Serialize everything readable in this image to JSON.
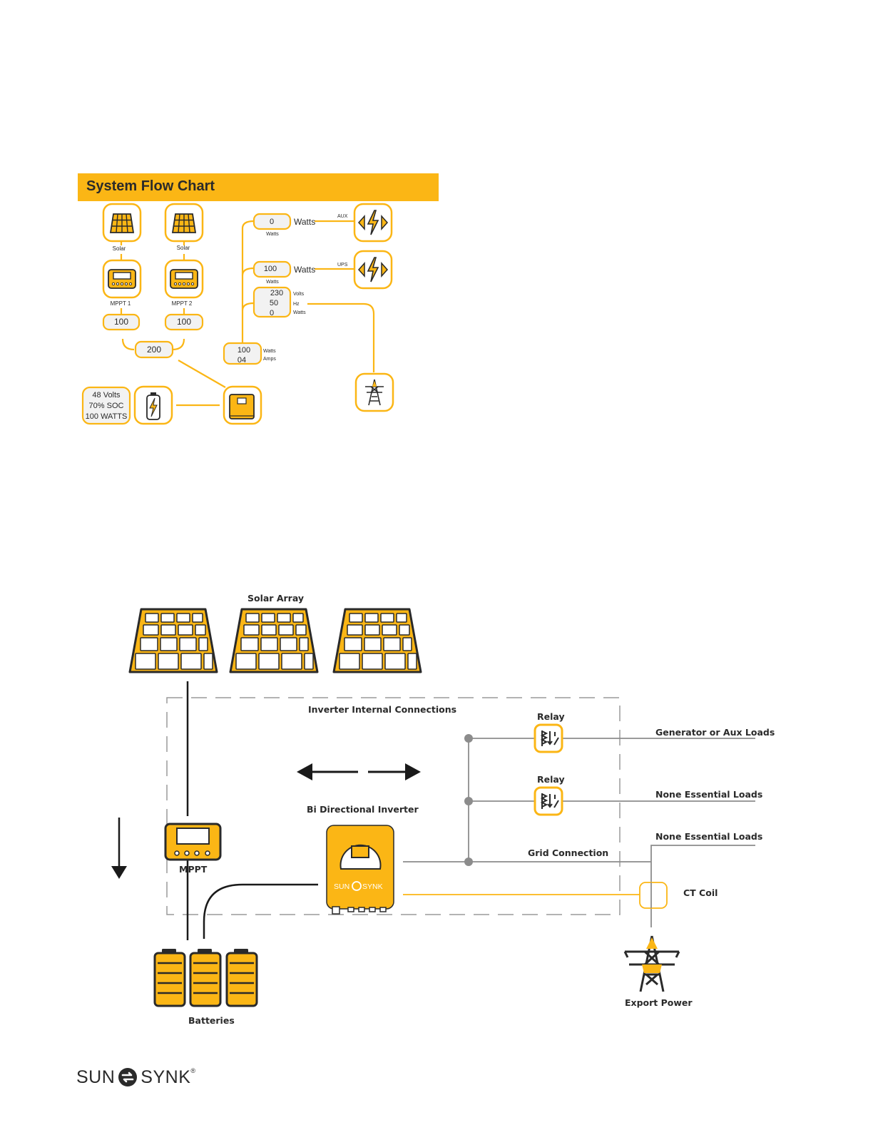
{
  "flow_chart": {
    "title": "System Flow Chart",
    "solar_labels": [
      "Solar",
      "Solar"
    ],
    "mppt_labels": [
      "MPPT 1",
      "MPPT 2"
    ],
    "mppt_values": [
      "100",
      "100"
    ],
    "pv_total": "200",
    "battery": {
      "volts": "48 Volts",
      "soc": "70% SOC",
      "watts": "100 WATTS"
    },
    "aux": {
      "value": "0",
      "unit_big": "Watts",
      "unit_small": "Watts",
      "tag": "AUX"
    },
    "ups": {
      "value": "100",
      "unit_big": "Watts",
      "unit_small": "Watts",
      "tag": "UPS"
    },
    "grid": {
      "volts": "230",
      "hz": "50",
      "watts": "0",
      "volts_unit": "Volts",
      "hz_unit": "Hz",
      "watts_unit": "Watts"
    },
    "inverter": {
      "watts": "100",
      "amps": "04",
      "watts_unit": "Watts",
      "amps_unit": "Amps"
    }
  },
  "wiring": {
    "solar_array": "Solar Array",
    "internal": "Inverter Internal Connections",
    "relay_1": "Relay",
    "relay_2": "Relay",
    "gen_loads": "Generator or Aux Loads",
    "non_essential_1": "None Essential Loads",
    "non_essential_2": "None Essential Loads",
    "bi_inverter": "Bi Directional Inverter",
    "grid_connection": "Grid Connection",
    "mppt": "MPPT",
    "ct_coil": "CT Coil",
    "batteries": "Batteries",
    "export_power": "Export Power",
    "inverter_brand": "SUN",
    "inverter_brand_2": "SYNK"
  },
  "logo": {
    "left": "SUN",
    "right": "SYNK"
  },
  "colors": {
    "accent": "#fbb615",
    "dark": "#2a2a2a",
    "grey": "#8c8c8c"
  }
}
